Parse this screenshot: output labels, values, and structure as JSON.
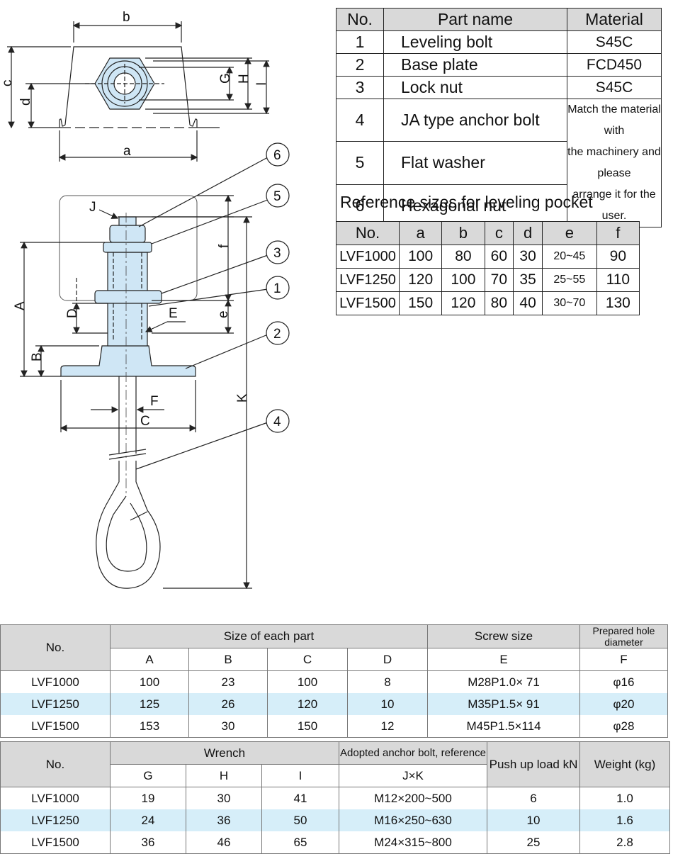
{
  "parts_table": {
    "headers": [
      "No.",
      "Part name",
      "Material"
    ],
    "rows": [
      {
        "no": "1",
        "name": "Leveling bolt",
        "material": "S45C"
      },
      {
        "no": "2",
        "name": "Base plate",
        "material": "FCD450"
      },
      {
        "no": "3",
        "name": "Lock nut",
        "material": "S45C"
      },
      {
        "no": "4",
        "name": "JA type anchor bolt",
        "material": ""
      },
      {
        "no": "5",
        "name": "Flat washer",
        "material": ""
      },
      {
        "no": "6",
        "name": "Hexagonal nut",
        "material": ""
      }
    ],
    "material_note": [
      "Match the material with",
      "the machinery and please",
      "arrange it for the user."
    ]
  },
  "pocket": {
    "title": "Reference sizes for leveling pocket",
    "headers": [
      "No.",
      "a",
      "b",
      "c",
      "d",
      "e",
      "f"
    ],
    "rows": [
      [
        "LVF1000",
        "100",
        "80",
        "60",
        "30",
        "20~45",
        "90"
      ],
      [
        "LVF1250",
        "120",
        "100",
        "70",
        "35",
        "25~55",
        "110"
      ],
      [
        "LVF1500",
        "150",
        "120",
        "80",
        "40",
        "30~70",
        "130"
      ]
    ]
  },
  "spec1": {
    "no_label": "No.",
    "group_size": "Size of each part",
    "group_screw": "Screw size",
    "group_hole": "Prepared hole diameter",
    "subheaders": [
      "A",
      "B",
      "C",
      "D",
      "E",
      "F"
    ],
    "rows": [
      [
        "LVF1000",
        "100",
        "23",
        "100",
        "8",
        "M28P1.0× 71",
        "φ16"
      ],
      [
        "LVF1250",
        "125",
        "26",
        "120",
        "10",
        "M35P1.5× 91",
        "φ20"
      ],
      [
        "LVF1500",
        "153",
        "30",
        "150",
        "12",
        "M45P1.5×114",
        "φ28"
      ]
    ]
  },
  "spec2": {
    "no_label": "No.",
    "group_wrench": "Wrench",
    "group_anchor": "Adopted anchor bolt, reference",
    "push_label": "Push up load kN",
    "weight_label": "Weight (kg)",
    "subheaders": [
      "G",
      "H",
      "I",
      "J×K"
    ],
    "rows": [
      [
        "LVF1000",
        "19",
        "30",
        "41",
        "M12×200~500",
        "6",
        "1.0"
      ],
      [
        "LVF1250",
        "24",
        "36",
        "50",
        "M16×250~630",
        "10",
        "1.6"
      ],
      [
        "LVF1500",
        "36",
        "46",
        "65",
        "M24×315~800",
        "25",
        "2.8"
      ]
    ]
  },
  "drawing": {
    "dim_labels": {
      "a": "a",
      "b": "b",
      "c": "c",
      "d": "d",
      "G": "G",
      "H": "H",
      "I": "I",
      "J": "J",
      "f": "f",
      "e": "e",
      "A": "A",
      "B": "B",
      "C": "C",
      "D": "D",
      "E": "E",
      "F": "F",
      "K": "K"
    },
    "callouts": [
      "6",
      "5",
      "3",
      "1",
      "2",
      "4"
    ],
    "colors": {
      "part_fill": "#cfe6f5",
      "line": "#222222"
    }
  }
}
